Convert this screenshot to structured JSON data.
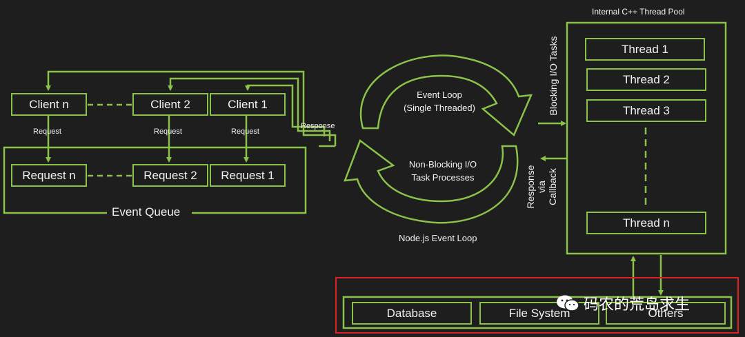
{
  "clients": [
    "Client n",
    "Client 2",
    "Client 1"
  ],
  "request_label": "Request",
  "requests": [
    "Request n",
    "Request 2",
    "Request 1"
  ],
  "event_queue": "Event Queue",
  "response": "Response",
  "event_loop": {
    "title": "Event Loop",
    "subtitle": "(Single Threaded)"
  },
  "non_blocking": {
    "line1": "Non-Blocking I/O",
    "line2": "Task Processes"
  },
  "nodejs_event_loop": "Node.js Event Loop",
  "blocking_io": "Blocking I/O Tasks",
  "response_callback": {
    "line1": "Response",
    "line2": "via",
    "line3": "Callback"
  },
  "thread_pool": {
    "title": "Internal C++ Thread Pool",
    "threads": [
      "Thread 1",
      "Thread 2",
      "Thread 3",
      "Thread n"
    ]
  },
  "resources": [
    "Database",
    "File System",
    "Others"
  ],
  "watermark": "码农的荒岛求生",
  "colors": {
    "line": "#8bc34a",
    "highlight": "#e02020",
    "background": "#1e1e1e"
  }
}
